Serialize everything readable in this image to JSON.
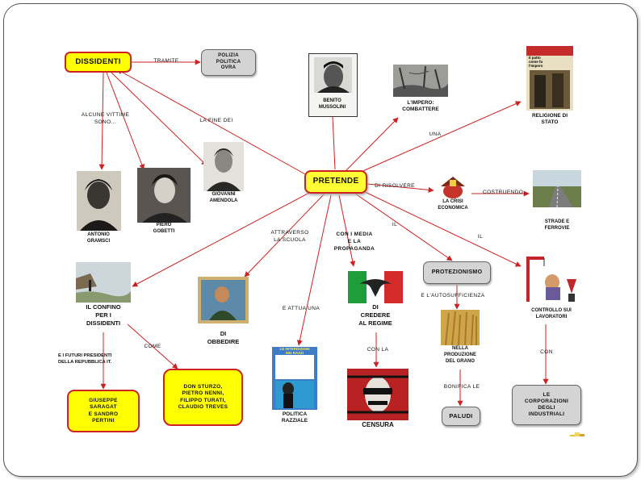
{
  "nodes": {
    "dissidenti": "DISSIDENTI",
    "polizia": "POLIZIA\nPOLITICA\nOVRA",
    "pretende": "PRETENDE",
    "protezionismo": "PROTEZIONISMO",
    "saragat": "GIUSEPPE\nSARAGAT\nE   SANDRO\nPERTINI",
    "sturzo": "DON    STURZO,\nPIETRO      NENNI,\nFILIPPO     TURATI,\nCLAUDIO       TREVES",
    "paludi": "PALUDI",
    "corporazioni": "LE\nCORPORAZIONI\nDEGLI\nINDUSTRIALI"
  },
  "captions": {
    "mussolini": "BENITO\nMUSSOLINI",
    "impero": "L'IMPERO:\nCOMBATTERE",
    "religione": "RELIGIONE     DI\nSTATO",
    "gramsci": "ANTONIO\nGRAMSCI",
    "gobetti": "PIERO\nGOBETTI",
    "amendola": "GIOVANNI\nAMENDOLA",
    "crisi": "LA     CRISI\nECONOMICA",
    "strade": "STRADE      E\nFERROVIE",
    "confino": "IL    CONFINO\nPER    I\nDISSIDENTI",
    "obbedire": "DI\nOBBEDIRE",
    "credere": "DI\nCREDERE\nAL    REGIME",
    "censura": "CENSURA",
    "razziale": "POLITICA\nRAZZIALE",
    "produzione": "NELLA\nPRODUZIONE\nDEL     GRANO",
    "controllo": "CONTROLLO      SUI\nLAVORATORI",
    "futuri": "E  I   FUTURI    PRESIDENTI\nDELLA     REPUBBLICA    IT."
  },
  "links": {
    "tramite": "TRAMITE",
    "alcune": "ALCUNE     VITTIME\nSONO...",
    "la_fine": "LA    FINE    DEI",
    "una": "UNA",
    "di_risolvere": "DI     RISOLVERE",
    "costruendo": "COSTRUENDO...",
    "il": "IL",
    "il2": "IL",
    "attraverso": "ATTRAVERSO\nLA    SCUOLA",
    "con_i_media": "CON  I   MEDIA\nE    LA\nPROPAGANDA",
    "e_attua": "E     ATTUA     UNA",
    "come": "COME",
    "con_la": "CON      LA",
    "autosufficienza": "E       L'AUTOSUFFICIENZA",
    "bonifica": "BONIFICA      LE",
    "con": "CON"
  },
  "posters": {
    "interdizioni": "LE INTERDIZIONI\nDEI RAZZI",
    "religione_cover": "Il patto\ncome fu\nl'Impero"
  },
  "colors": {
    "edge": "#cc2222",
    "yellow": "#ffff00",
    "gray": "#d4d4d4",
    "flag_green": "#1e9e3a",
    "flag_red": "#d42a2a"
  }
}
